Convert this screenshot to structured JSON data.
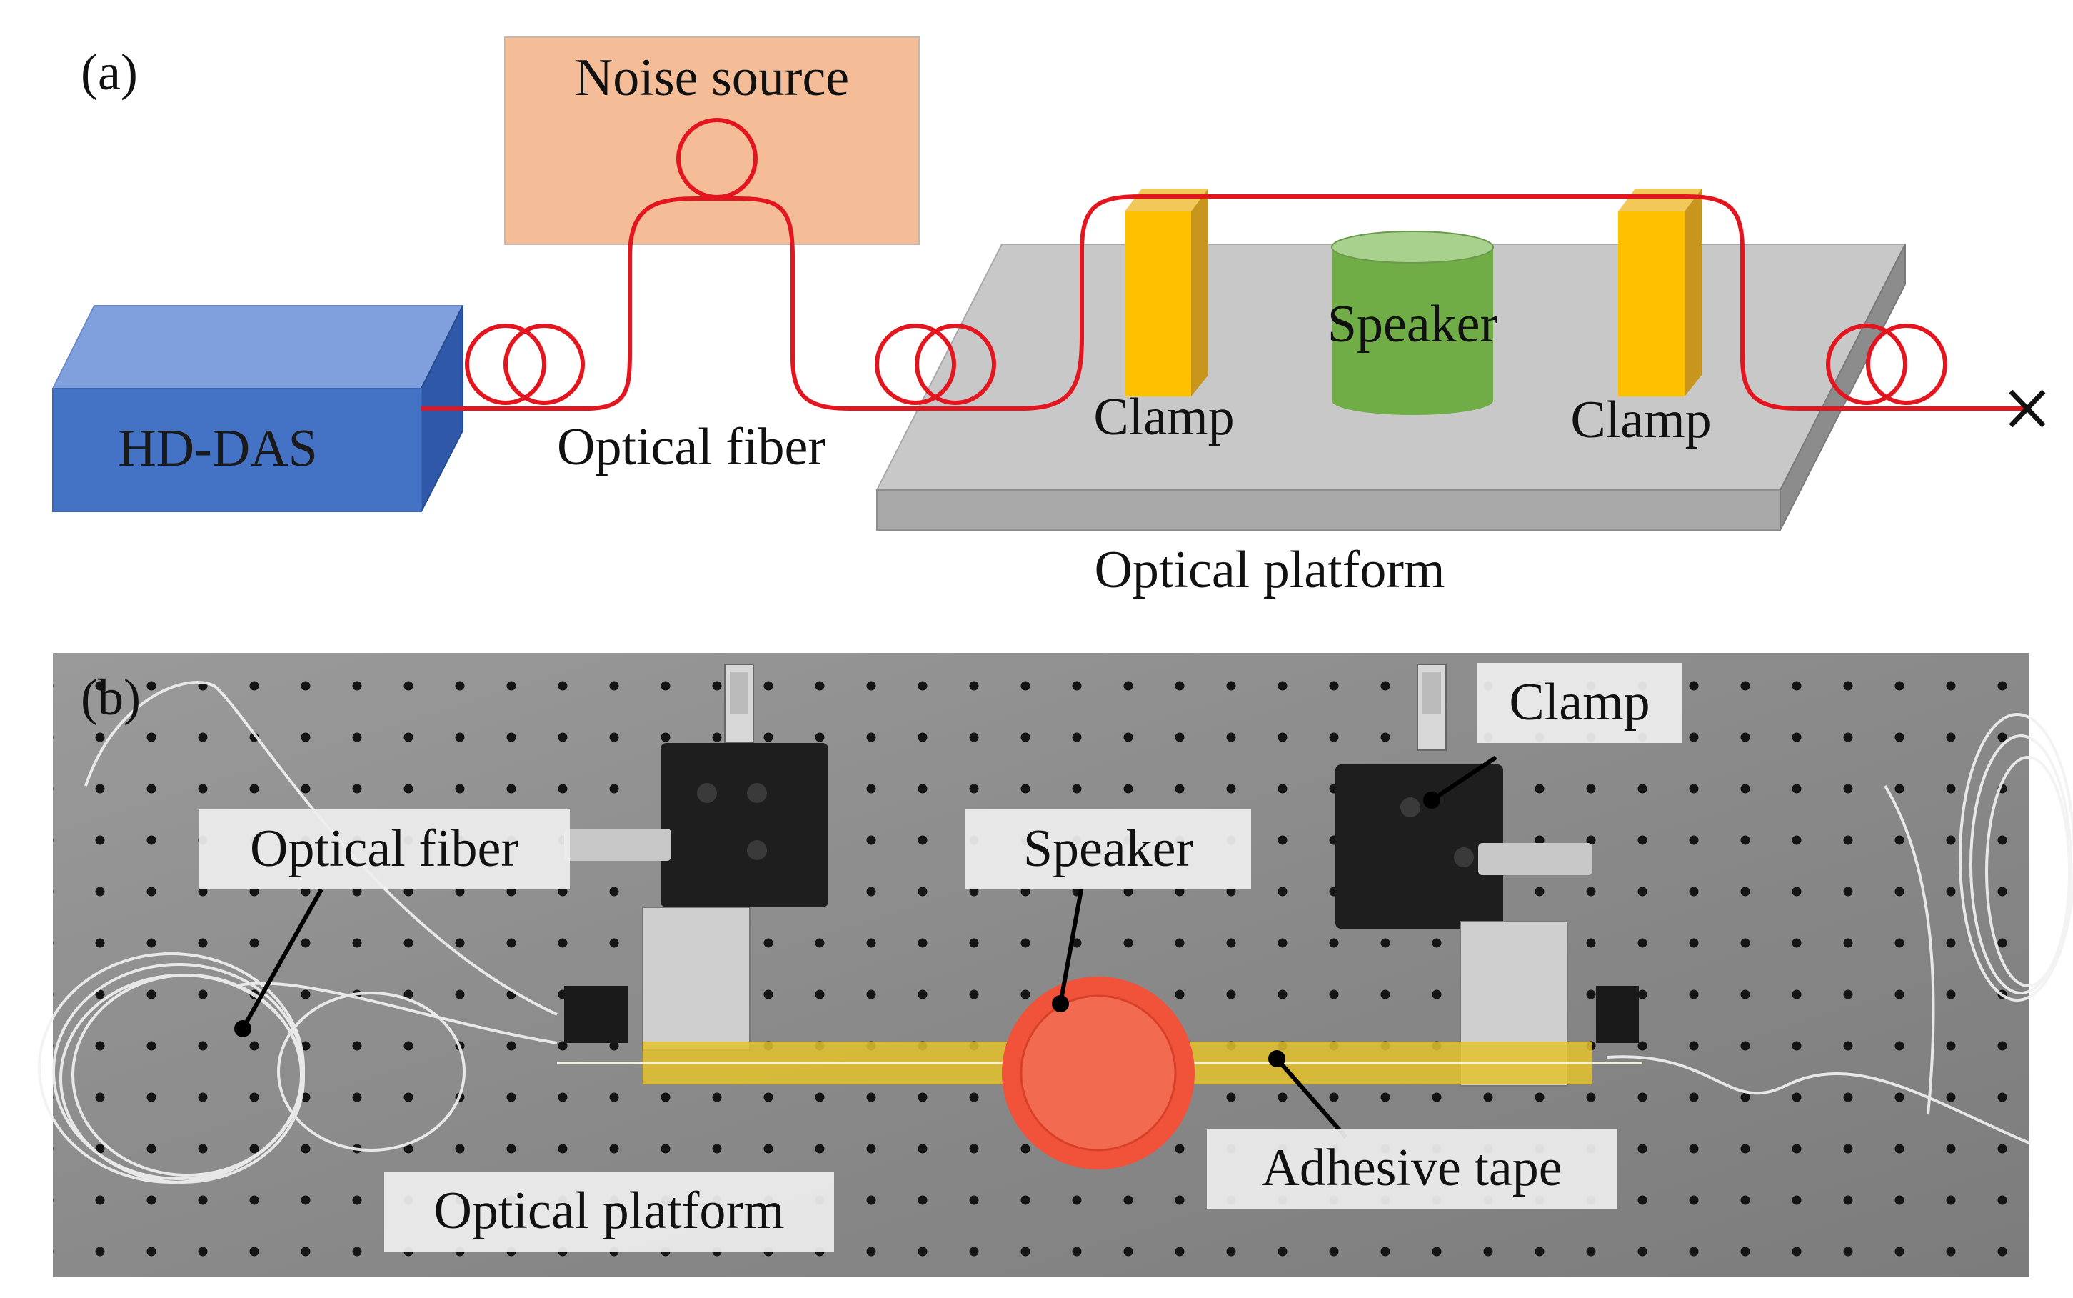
{
  "panel_a": {
    "panel_label": "(a)",
    "noise_source_label": "Noise source",
    "hd_das_label": "HD-DAS",
    "optical_fiber_label": "Optical fiber",
    "speaker_label": "Speaker",
    "clamp_left_label": "Clamp",
    "clamp_right_label": "Clamp",
    "optical_platform_label": "Optical platform",
    "colors": {
      "fiber": "#e3151e",
      "hd_das_front": "#4472c4",
      "hd_das_top": "#7fa0dc",
      "hd_das_side": "#2f59a8",
      "noise_source": "#f4bd98",
      "platform_top": "#c8c8c8",
      "clamp": "#ffc000",
      "speaker": "#70ad47"
    }
  },
  "panel_b": {
    "panel_label": "(b)",
    "optical_fiber_label": "Optical fiber",
    "speaker_label": "Speaker",
    "clamp_label": "Clamp",
    "adhesive_tape_label": "Adhesive tape",
    "optical_platform_label": "Optical platform",
    "colors": {
      "background": "#8e8e8e",
      "speaker": "#f0523a",
      "tape": "#e4c22a",
      "label_box": "#eeeeee"
    }
  }
}
